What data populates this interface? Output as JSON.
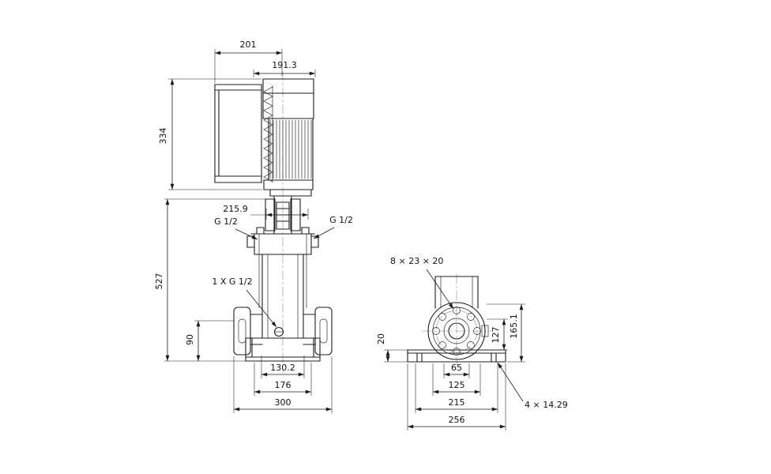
{
  "front_view": {
    "dims": {
      "width_total": "201",
      "width_motor": "191.3",
      "height_motor": "334",
      "height_coupling": "215.9",
      "height_pump": "527",
      "height_inlet": "90",
      "flange_spacing": "130.2",
      "bolt_spacing": "176",
      "base_width": "300"
    },
    "ports": {
      "left": "G 1/2",
      "right": "G 1/2",
      "drain": "1 X G 1/2"
    }
  },
  "side_view": {
    "dims": {
      "base_height": "20",
      "port_center_height": "127",
      "port_height": "165.1",
      "inner_spacing": "65",
      "bolt_circle": "125",
      "foot_spacing": "215",
      "base_width": "256"
    },
    "notes": {
      "flange_holes": "8 × 23 × 20",
      "base_holes": "4 × 14.29"
    }
  }
}
